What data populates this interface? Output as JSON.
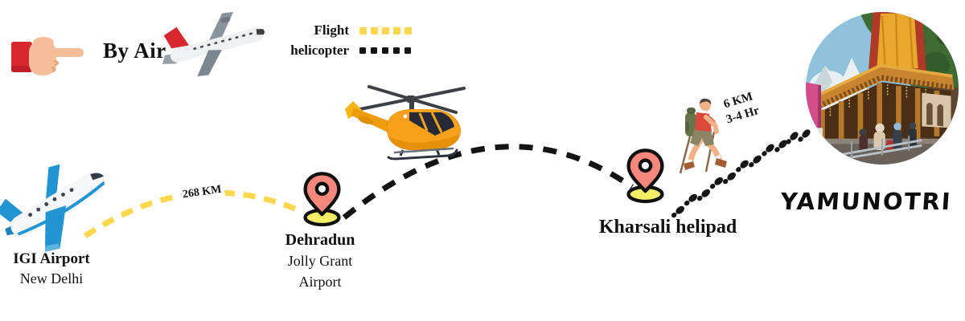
{
  "header": {
    "title": "By Air"
  },
  "legend": {
    "flight": {
      "label": "Flight",
      "color": "#FBD64F"
    },
    "helicopter": {
      "label": "helicopter",
      "color": "#141414"
    }
  },
  "route": {
    "flight_distance": "268 KM",
    "origin": {
      "name": "IGI Airport",
      "city": "New Delhi"
    },
    "stop": {
      "name": "Dehradun",
      "subtitle1": "Jolly Grant",
      "subtitle2": "Airport"
    },
    "helipad": {
      "name": "Kharsali helipad"
    },
    "trek": {
      "distance": "6 KM",
      "duration": "3-4 Hr"
    },
    "destination": {
      "name": "YAMUNOTRI"
    }
  },
  "colors": {
    "pin_fill": "#F5877C",
    "pin_base": "#F4EE67",
    "pin_outline": "#101010",
    "footprint": "#161616"
  }
}
